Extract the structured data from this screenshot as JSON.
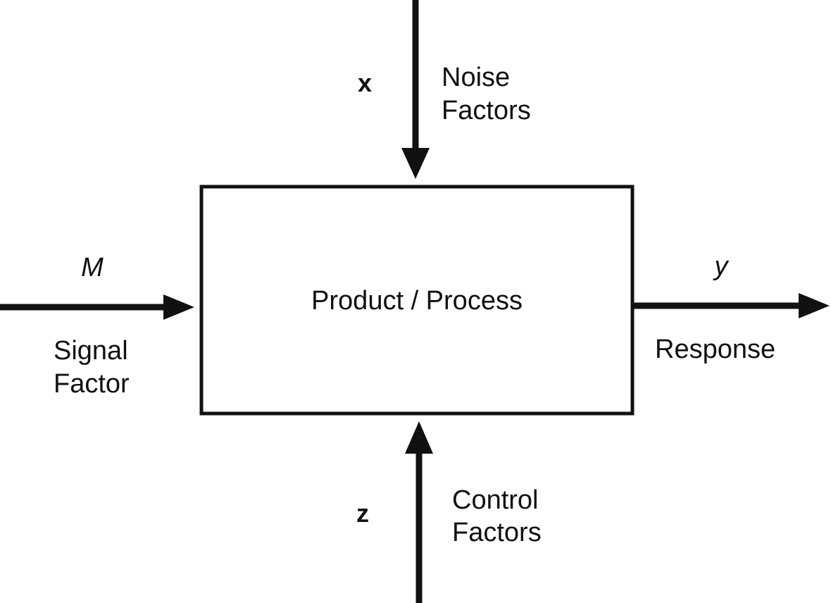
{
  "process": {
    "label": "Product / Process"
  },
  "noise": {
    "symbol": "x",
    "label_line1": "Noise",
    "label_line2": "Factors"
  },
  "signal": {
    "symbol": "M",
    "label_line1": "Signal",
    "label_line2": "Factor"
  },
  "response": {
    "symbol": "y",
    "label": "Response"
  },
  "control": {
    "symbol": "z",
    "label_line1": "Control",
    "label_line2": "Factors"
  },
  "colors": {
    "ink": "#111111",
    "background": "#ffffff"
  }
}
